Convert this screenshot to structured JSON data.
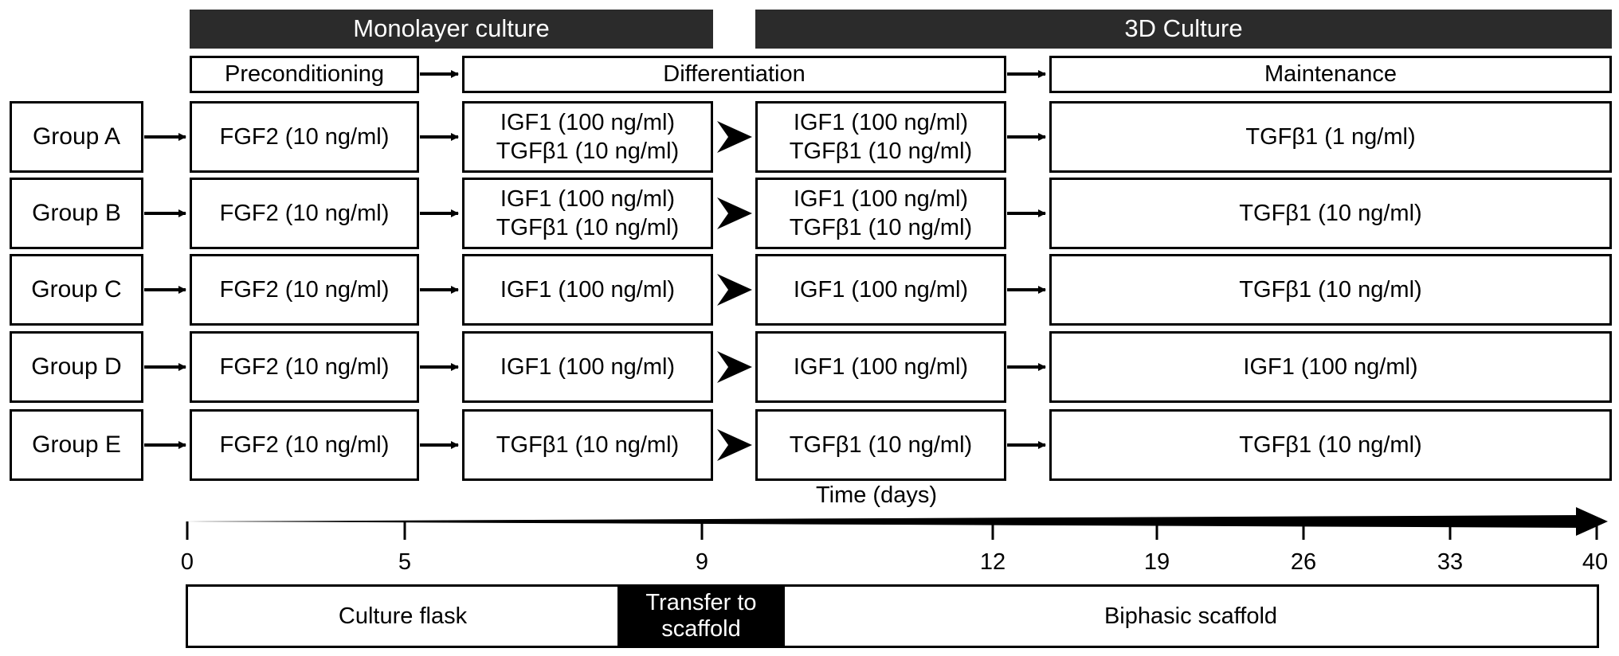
{
  "phases": {
    "monolayer": "Monolayer culture",
    "culture_3d": "3D Culture"
  },
  "stages": {
    "preconditioning": "Preconditioning",
    "differentiation": "Differentiation",
    "maintenance": "Maintenance"
  },
  "groups": [
    {
      "name": "Group A",
      "precondition": "FGF2 (10 ng/ml)",
      "diff_mono": [
        "IGF1 (100 ng/ml)",
        "TGFβ1 (10 ng/ml)"
      ],
      "diff_3d": [
        "IGF1 (100 ng/ml)",
        "TGFβ1 (10 ng/ml)"
      ],
      "maintenance": "TGFβ1 (1 ng/ml)"
    },
    {
      "name": "Group B",
      "precondition": "FGF2 (10 ng/ml)",
      "diff_mono": [
        "IGF1 (100 ng/ml)",
        "TGFβ1 (10 ng/ml)"
      ],
      "diff_3d": [
        "IGF1 (100 ng/ml)",
        "TGFβ1 (10 ng/ml)"
      ],
      "maintenance": "TGFβ1 (10 ng/ml)"
    },
    {
      "name": "Group C",
      "precondition": "FGF2 (10 ng/ml)",
      "diff_mono": [
        "IGF1 (100 ng/ml)"
      ],
      "diff_3d": [
        "IGF1 (100 ng/ml)"
      ],
      "maintenance": "TGFβ1 (10 ng/ml)"
    },
    {
      "name": "Group D",
      "precondition": "FGF2 (10 ng/ml)",
      "diff_mono": [
        "IGF1 (100 ng/ml)"
      ],
      "diff_3d": [
        "IGF1 (100 ng/ml)"
      ],
      "maintenance": "IGF1 (100 ng/ml)"
    },
    {
      "name": "Group E",
      "precondition": "FGF2 (10 ng/ml)",
      "diff_mono": [
        "TGFβ1 (10 ng/ml)"
      ],
      "diff_3d": [
        "TGFβ1 (10 ng/ml)"
      ],
      "maintenance": "TGFβ1 (10 ng/ml)"
    }
  ],
  "timeline": {
    "title": "Time (days)",
    "ticks": [
      "0",
      "5",
      "9",
      "12",
      "19",
      "26",
      "33",
      "40"
    ]
  },
  "substrates": {
    "flask": "Culture flask",
    "transfer_line1": "Transfer to",
    "transfer_line2": "scaffold",
    "scaffold": "Biphasic scaffold"
  }
}
